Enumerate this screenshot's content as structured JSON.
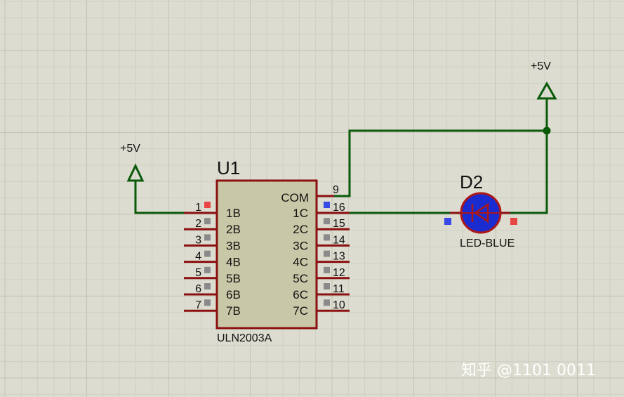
{
  "colors": {
    "background": "#dcdcd0",
    "grid_minor": "#cfcfc2",
    "grid_major": "#c2c2b4",
    "wire": "#0a5a0a",
    "pin": "#8b1010",
    "ic_fill": "#c8c8a8",
    "ic_border": "#8b1010",
    "led_fill": "#1a2ccf",
    "led_ring": "#aa1818",
    "marker_red": "#e84545",
    "marker_blue": "#3a4ae8",
    "marker_gray": "#8a8a8a"
  },
  "ic": {
    "ref": "U1",
    "value": "ULN2003A",
    "com_label": "COM",
    "com_pin": "9",
    "left_pins": [
      {
        "num": "1",
        "name": "1B"
      },
      {
        "num": "2",
        "name": "2B"
      },
      {
        "num": "3",
        "name": "3B"
      },
      {
        "num": "4",
        "name": "4B"
      },
      {
        "num": "5",
        "name": "5B"
      },
      {
        "num": "6",
        "name": "6B"
      },
      {
        "num": "7",
        "name": "7B"
      }
    ],
    "right_pins": [
      {
        "num": "16",
        "name": "1C"
      },
      {
        "num": "15",
        "name": "2C"
      },
      {
        "num": "14",
        "name": "3C"
      },
      {
        "num": "13",
        "name": "4C"
      },
      {
        "num": "12",
        "name": "5C"
      },
      {
        "num": "11",
        "name": "6C"
      },
      {
        "num": "10",
        "name": "7C"
      }
    ]
  },
  "led": {
    "ref": "D2",
    "value": "LED-BLUE"
  },
  "power": {
    "left_label": "+5V",
    "right_label": "+5V"
  },
  "watermark": "知乎 @1101 0011",
  "icons": [
    "power-terminal-icon",
    "led-diode-icon",
    "wire-junction-icon"
  ]
}
